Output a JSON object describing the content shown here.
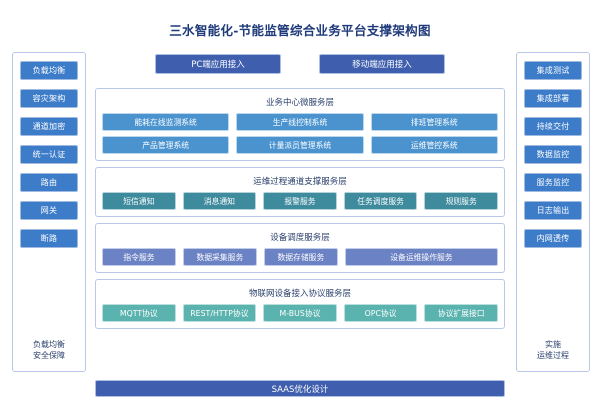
{
  "title": "三水智能化-节能监管综合业务平台支撑架构图",
  "access": {
    "buttons": [
      {
        "label": "PC端应用接入"
      },
      {
        "label": "移动端应用接入"
      }
    ]
  },
  "left_rail": {
    "items": [
      {
        "label": "负载均衡"
      },
      {
        "label": "容灾架构"
      },
      {
        "label": "通道加密"
      },
      {
        "label": "统一认证"
      },
      {
        "label": "路由"
      },
      {
        "label": "网关"
      },
      {
        "label": "断路"
      }
    ],
    "caption": "负载均衡\n安全保障"
  },
  "right_rail": {
    "items": [
      {
        "label": "集成测试"
      },
      {
        "label": "集成部署"
      },
      {
        "label": "持续交付"
      },
      {
        "label": "数据监控"
      },
      {
        "label": "服务监控"
      },
      {
        "label": "日志输出"
      },
      {
        "label": "内网透传"
      }
    ],
    "caption": "实施\n运维过程"
  },
  "layers": [
    {
      "title": "业务中心微服务层",
      "rows": [
        [
          {
            "label": "能耗在线监测系统"
          },
          {
            "label": "生产线控制系统"
          },
          {
            "label": "排班管理系统"
          }
        ],
        [
          {
            "label": "产品管理系统"
          },
          {
            "label": "计量派员管理系统"
          },
          {
            "label": "运维管控系统"
          }
        ]
      ]
    },
    {
      "title": "运维过程通道支撑服务层",
      "rows": [
        [
          {
            "label": "短信通知"
          },
          {
            "label": "消息通知"
          },
          {
            "label": "报警服务"
          },
          {
            "label": "任务调度服务"
          },
          {
            "label": "规则服务"
          }
        ]
      ]
    },
    {
      "title": "设备调度服务层",
      "rows": [
        [
          {
            "label": "指令服务"
          },
          {
            "label": "数据采集服务"
          },
          {
            "label": "数据存储服务"
          },
          {
            "label": "设备运维操作服务",
            "wide": true
          }
        ]
      ]
    },
    {
      "title": "物联网设备接入协议服务层",
      "rows": [
        [
          {
            "label": "MQTT协议"
          },
          {
            "label": "REST/HTTP协议"
          },
          {
            "label": "M-BUS协议"
          },
          {
            "label": "OPC协议"
          },
          {
            "label": "协议扩展接口"
          }
        ]
      ]
    }
  ],
  "bottom_bar": {
    "label": "SAAS优化设计"
  },
  "colors": {
    "title": "#1f3a7a",
    "rail_button": "#3d7cc9",
    "access_button": "#3f5fae",
    "layer_business": "#4a93cf",
    "layer_ops": "#3e8b9e",
    "layer_device": "#6b82c4",
    "layer_protocol": "#5ab3ae",
    "panel_border": "#b9c8e8",
    "bottom_bar": "#3f5fae"
  }
}
